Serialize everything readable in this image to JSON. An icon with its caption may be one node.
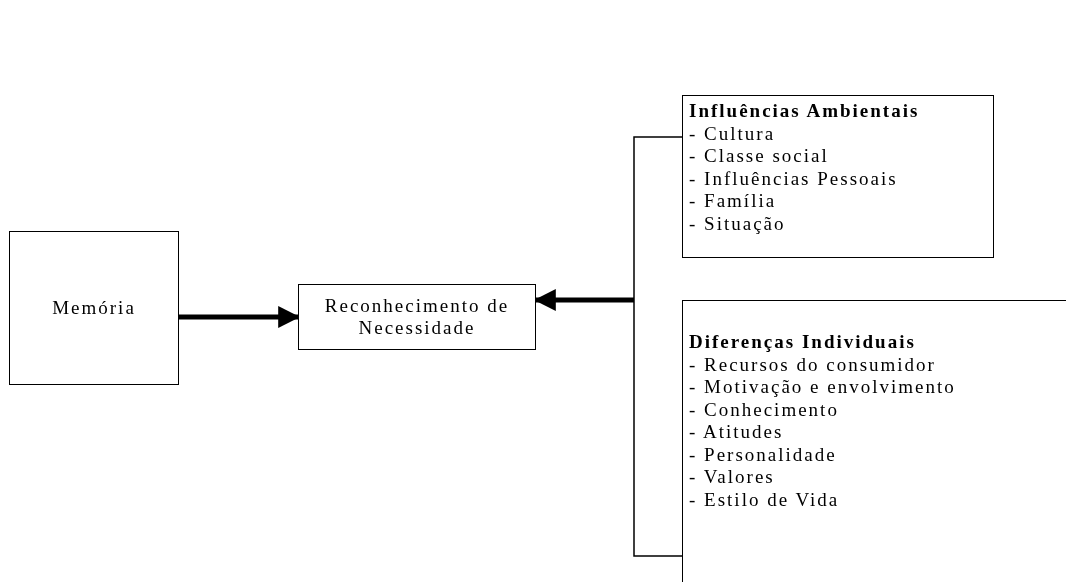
{
  "diagram": {
    "nodes": [
      {
        "text": [
          "Memória"
        ]
      },
      {
        "text": [
          "Reconhecimento de Necessidade"
        ]
      },
      {
        "text": [
          "Influências Ambientais",
          "- Cultura",
          "- Classe social",
          "- Influências Pessoais",
          "- Família",
          "- Situação"
        ]
      },
      {
        "text": [
          "Diferenças Individuais",
          "- Recursos do consumidor",
          "- Motivação e envolvimento",
          "- Conhecimento",
          "- Atitudes",
          "- Personalidade",
          "- Valores",
          "- Estilo de Vida"
        ]
      }
    ],
    "edges": [
      {
        "from": 0,
        "to": 1,
        "arrow": "to",
        "style": "thick"
      },
      {
        "from": 2,
        "to": 1,
        "arrow": "to"
      },
      {
        "from": 3,
        "to": 1,
        "arrow": "to"
      }
    ]
  }
}
